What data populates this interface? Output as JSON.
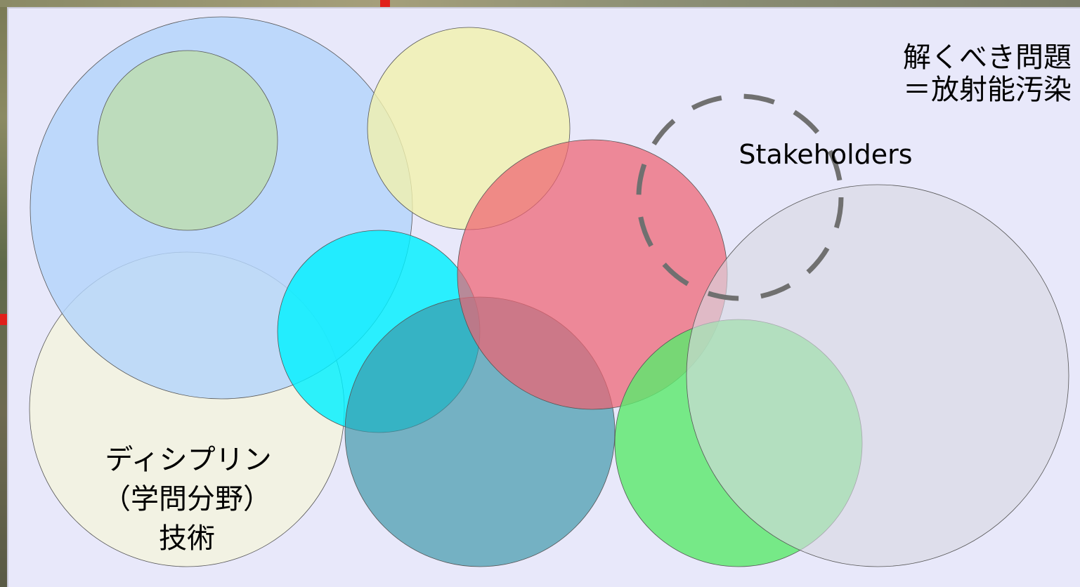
{
  "problem_label": {
    "line1": "解くべき問題",
    "line2": "＝放射能汚染"
  },
  "stakeholders_label": "Stakeholders",
  "discipline_label": {
    "line1": "ディシプリン",
    "line2": "（学問分野）",
    "line3": "技術"
  },
  "colors": {
    "background": "#e8e8fa",
    "blue_circle": "#b3d4fb",
    "green_inner": "#bddcbc",
    "yellow_circle": "#f1f1ad",
    "cream_circle": "#f2f2e3",
    "cyan_circle": "#00f0ff",
    "teal_circle": "#3c96a8",
    "red_circle": "#ef6272",
    "green_circle": "#5de96e",
    "gray_circle": "#d8d8e2",
    "dashed_circle": "#707070"
  }
}
